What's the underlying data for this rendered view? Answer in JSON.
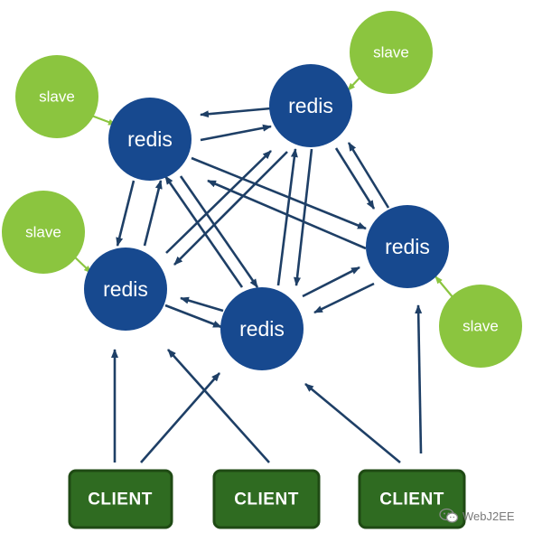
{
  "colors": {
    "redis_fill": "#17498f",
    "slave_fill": "#8bc53f",
    "client_fill": "#2f6b21",
    "client_border": "#1f4a14",
    "arrow": "#1e3f66"
  },
  "redis_nodes": [
    {
      "label": "redis"
    },
    {
      "label": "redis"
    },
    {
      "label": "redis"
    },
    {
      "label": "redis"
    },
    {
      "label": "redis"
    }
  ],
  "slave_nodes": [
    {
      "label": "slave"
    },
    {
      "label": "slave"
    },
    {
      "label": "slave"
    },
    {
      "label": "slave"
    }
  ],
  "client_nodes": [
    {
      "label": "CLIENT"
    },
    {
      "label": "CLIENT"
    },
    {
      "label": "CLIENT"
    }
  ],
  "watermark": {
    "icon": "wechat-icon",
    "text": "WebJ2EE"
  }
}
